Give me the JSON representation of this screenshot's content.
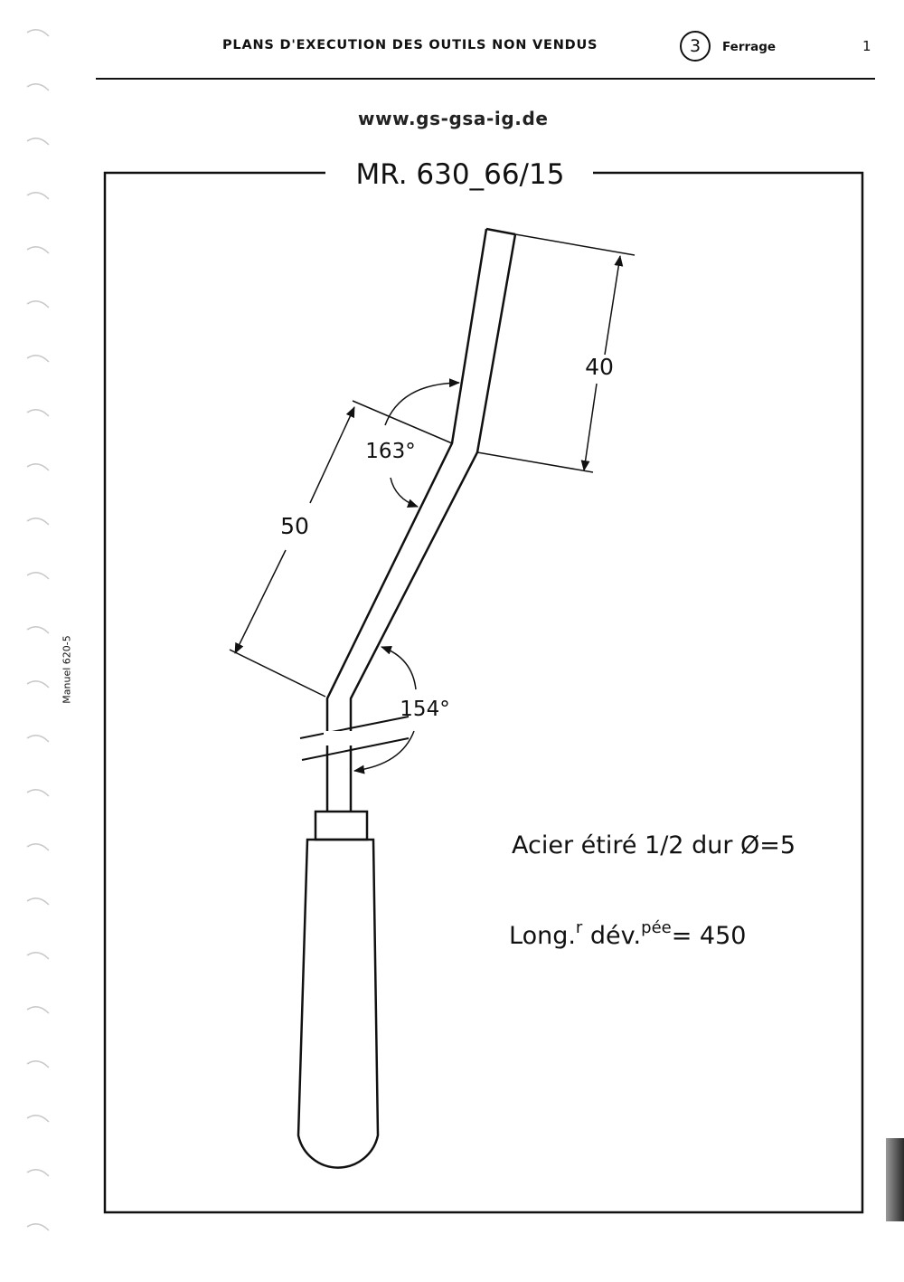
{
  "header": {
    "title": "PLANS D'EXECUTION DES OUTILS NON VENDUS",
    "section_number": "3",
    "section_label": "Ferrage",
    "page_number": "1"
  },
  "website": "www.gs-gsa-ig.de",
  "side_label": "Manuel 620-5",
  "drawing": {
    "title": "MR. 630_66/15",
    "dimensions": {
      "top_length": "40",
      "middle_length": "50",
      "upper_angle": "163°",
      "lower_angle": "154°"
    },
    "notes": {
      "material": "Acier étiré 1/2 dur Ø=5",
      "length_base": "Long.",
      "length_sup1": "r",
      "length_mid": " dév.",
      "length_sup2": "pée",
      "length_value": "= 450"
    }
  }
}
